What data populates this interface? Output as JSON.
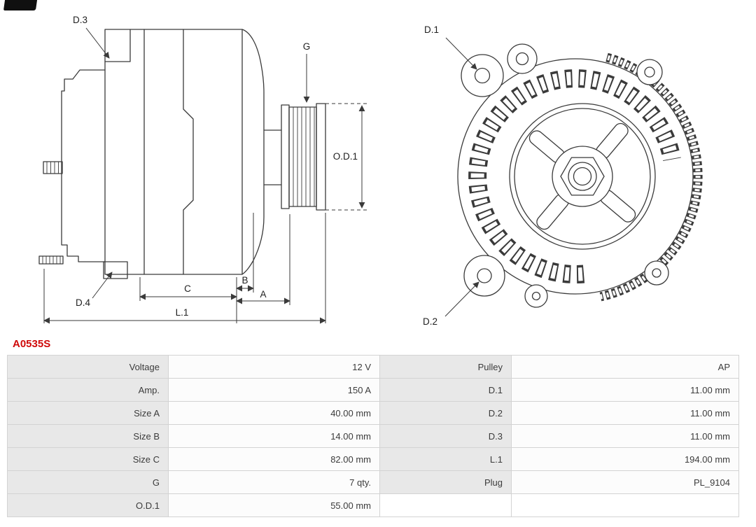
{
  "part_number": "A0535S",
  "icons": {
    "brand_logo": "partial-dark-logo-mark"
  },
  "colors": {
    "part_number_red": "#cf0a0a",
    "table_label_bg": "#e8e8e8",
    "table_value_bg": "#fcfcfc",
    "line_color": "#3a3a3a"
  },
  "diagram": {
    "labels": {
      "d1": "D.1",
      "d2": "D.2",
      "d3": "D.3",
      "d4": "D.4",
      "g": "G",
      "od1": "O.D.1",
      "a": "A",
      "b": "B",
      "c": "C",
      "l1": "L.1"
    }
  },
  "spec_table": {
    "rows": [
      {
        "left_label": "Voltage",
        "left_value": "12 V",
        "right_label": "Pulley",
        "right_value": "AP"
      },
      {
        "left_label": "Amp.",
        "left_value": "150 A",
        "right_label": "D.1",
        "right_value": "11.00 mm"
      },
      {
        "left_label": "Size A",
        "left_value": "40.00 mm",
        "right_label": "D.2",
        "right_value": "11.00 mm"
      },
      {
        "left_label": "Size B",
        "left_value": "14.00 mm",
        "right_label": "D.3",
        "right_value": "11.00 mm"
      },
      {
        "left_label": "Size C",
        "left_value": "82.00 mm",
        "right_label": "L.1",
        "right_value": "194.00 mm"
      },
      {
        "left_label": "G",
        "left_value": "7 qty.",
        "right_label": "Plug",
        "right_value": "PL_9104"
      },
      {
        "left_label": "O.D.1",
        "left_value": "55.00 mm",
        "right_label": "",
        "right_value": ""
      }
    ]
  }
}
